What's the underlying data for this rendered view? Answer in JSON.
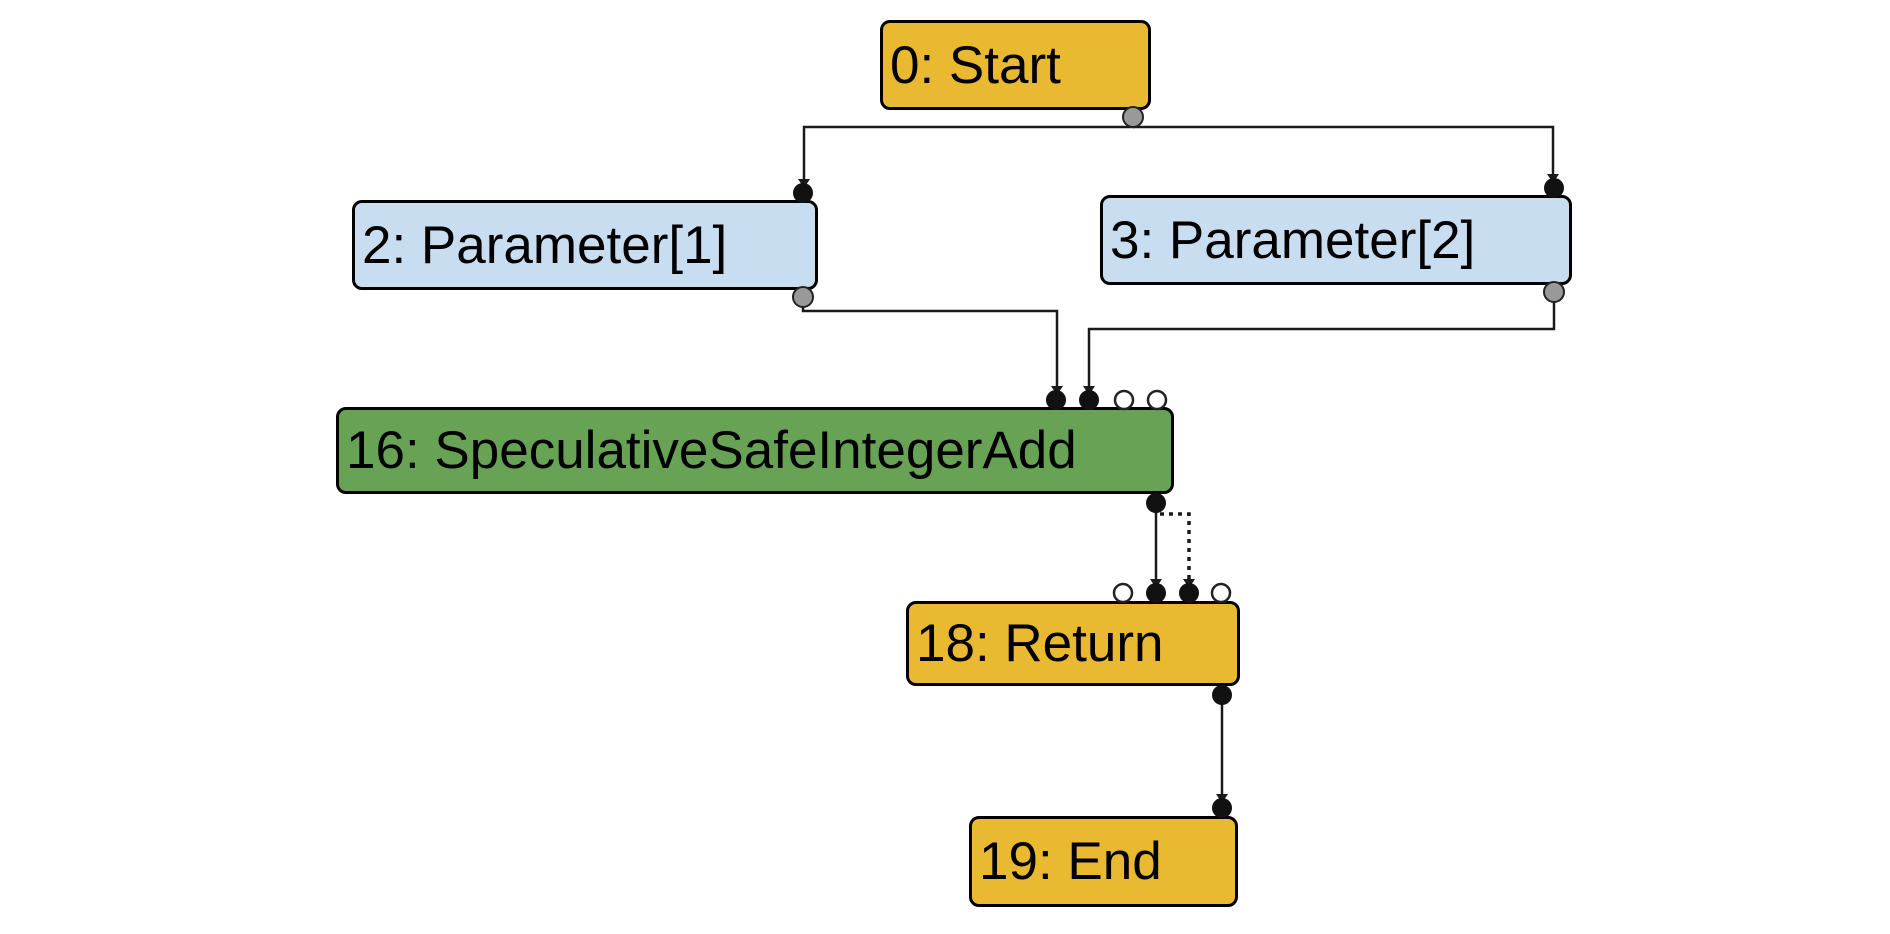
{
  "colors": {
    "background": "#ffffff",
    "node_border": "#000000",
    "node_text": "#000000",
    "control_yellow": "#e8b931",
    "input_blue": "#c9ddf1",
    "simplified_green": "#68a355",
    "edge": "#1a1a1a",
    "port_filled": "#111111",
    "port_output_gray": "#999999",
    "port_stroke": "#222222",
    "port_empty_fill": "#ffffff"
  },
  "graph": {
    "nodes": [
      {
        "label": "0: Start",
        "type": "control",
        "color": "#e8b931"
      },
      {
        "label": "2: Parameter[1]",
        "type": "input",
        "color": "#c9ddf1"
      },
      {
        "label": "3: Parameter[2]",
        "type": "input",
        "color": "#c9ddf1"
      },
      {
        "label": "16: SpeculativeSafeIntegerAdd",
        "type": "simplified",
        "color": "#68a355"
      },
      {
        "label": "18: Return",
        "type": "control",
        "color": "#e8b931"
      },
      {
        "label": "19: End",
        "type": "control",
        "color": "#e8b931"
      }
    ],
    "edges": [
      {
        "from": "0: Start",
        "to": "2: Parameter[1]",
        "style": "solid"
      },
      {
        "from": "0: Start",
        "to": "3: Parameter[2]",
        "style": "solid"
      },
      {
        "from": "2: Parameter[1]",
        "to": "16: SpeculativeSafeIntegerAdd",
        "style": "solid"
      },
      {
        "from": "3: Parameter[2]",
        "to": "16: SpeculativeSafeIntegerAdd",
        "style": "solid"
      },
      {
        "from": "16: SpeculativeSafeIntegerAdd",
        "to": "18: Return",
        "style": "solid"
      },
      {
        "from": "16: SpeculativeSafeIntegerAdd",
        "to": "18: Return",
        "style": "dotted"
      },
      {
        "from": "18: Return",
        "to": "19: End",
        "style": "solid"
      }
    ],
    "ports": {
      "0: Start": {
        "inputs": [],
        "outputs": [
          "connected-gray"
        ]
      },
      "2: Parameter[1]": {
        "inputs": [
          "connected"
        ],
        "outputs": [
          "connected-gray"
        ]
      },
      "3: Parameter[2]": {
        "inputs": [
          "connected"
        ],
        "outputs": [
          "connected-gray"
        ]
      },
      "16: SpeculativeSafeIntegerAdd": {
        "inputs": [
          "connected",
          "connected",
          "empty",
          "empty"
        ],
        "outputs": [
          "connected"
        ]
      },
      "18: Return": {
        "inputs": [
          "empty",
          "connected",
          "connected",
          "empty"
        ],
        "outputs": [
          "connected"
        ]
      },
      "19: End": {
        "inputs": [
          "connected"
        ],
        "outputs": []
      }
    }
  }
}
